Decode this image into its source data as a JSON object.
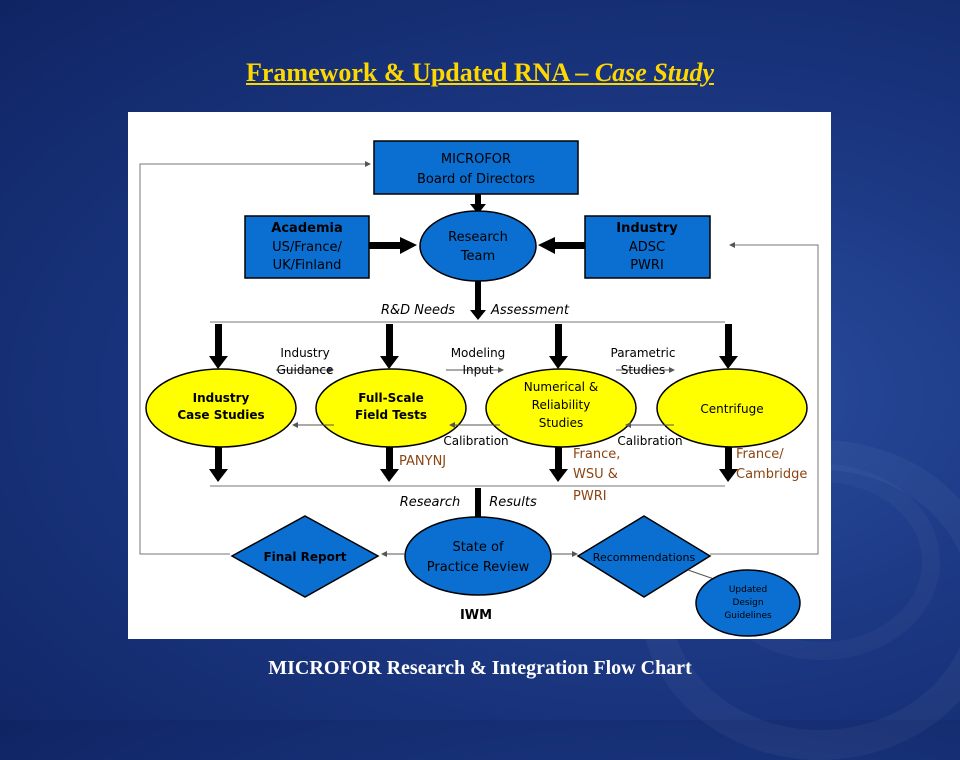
{
  "title": {
    "main": "Framework & Updated RNA – ",
    "emphasis": "Case Study"
  },
  "caption": "MICROFOR Research & Integration Flow Chart",
  "diagram": {
    "board": [
      "MICROFOR",
      "Board of Directors"
    ],
    "academia": [
      "Academia",
      "US/France/",
      "UK/Finland"
    ],
    "industry": [
      "Industry",
      "ADSC",
      "PWRI"
    ],
    "research_team": [
      "Research",
      "Team"
    ],
    "rd_needs": "R&D Needs",
    "assessment": "Assessment",
    "studies": {
      "industry_case": [
        "Industry",
        "Case Studies"
      ],
      "field_tests": [
        "Full-Scale",
        "Field Tests"
      ],
      "numerical": [
        "Numerical &",
        "Reliability",
        "Studies"
      ],
      "centrifuge": [
        "Centrifuge"
      ]
    },
    "flow_labels": {
      "industry_guidance": [
        "Industry",
        "Guidance"
      ],
      "modeling_input": [
        "Modeling",
        "Input"
      ],
      "parametric_studies": [
        "Parametric",
        "Studies"
      ],
      "calibration_1": "Calibration",
      "calibration_2": "Calibration"
    },
    "partners": {
      "panynj": "PANYNJ",
      "france_wsu": [
        "France,",
        "WSU &",
        "PWRI"
      ],
      "france_cambridge": [
        "France/",
        "Cambridge"
      ]
    },
    "research": "Research",
    "results": "Results",
    "final_report": "Final Report",
    "state_of_practice": [
      "State of",
      "Practice Review"
    ],
    "recommendations": "Recommendations",
    "iwm": "IWM",
    "updated_guidelines": [
      "Updated",
      "Design",
      "Guidelines"
    ],
    "colors": {
      "blue": "#0a6fd1",
      "yellow": "#ffff00",
      "partner_text": "#8b4513"
    }
  }
}
